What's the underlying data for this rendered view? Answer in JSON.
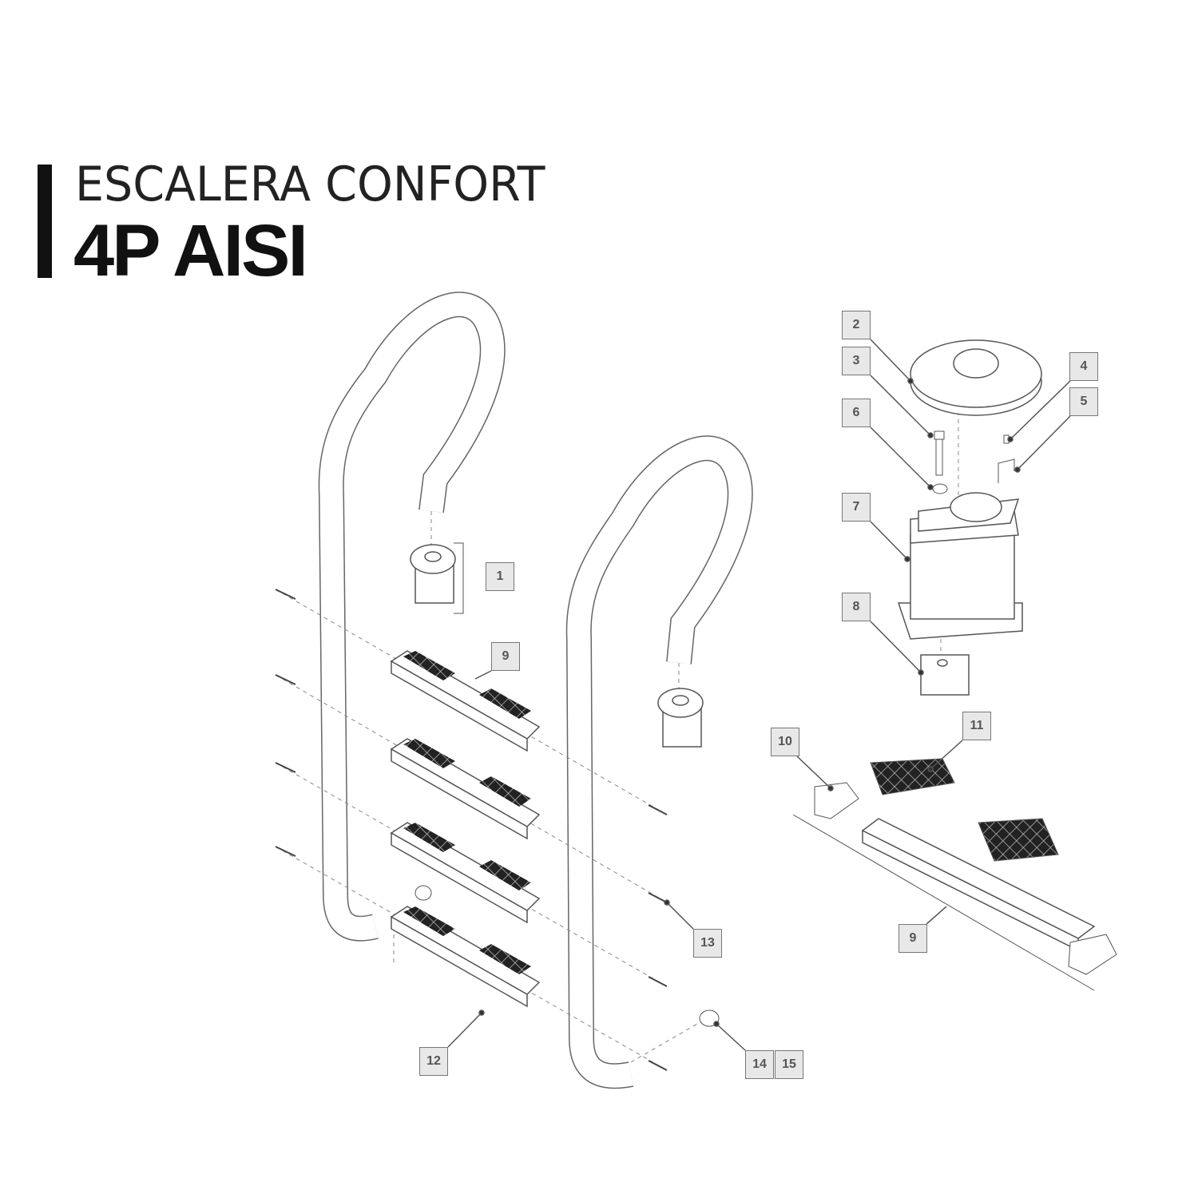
{
  "title": {
    "line1": "ESCALERA CONFORT",
    "line2": "4P AISI"
  },
  "callouts": {
    "c1": "1",
    "c2": "2",
    "c3": "3",
    "c4": "4",
    "c5": "5",
    "c6": "6",
    "c7": "7",
    "c8": "8",
    "c9a": "9",
    "c9b": "9",
    "c10": "10",
    "c11": "11",
    "c12": "12",
    "c13": "13",
    "c14": "14",
    "c15": "15"
  },
  "colors": {
    "line": "#555555",
    "callout_bg": "#e8e8e8",
    "title": "#111111"
  }
}
